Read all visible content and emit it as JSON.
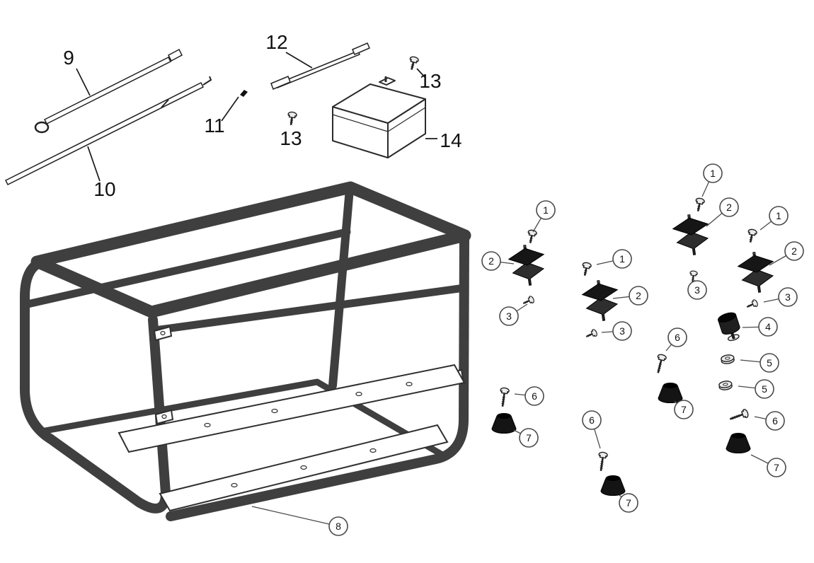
{
  "page": {
    "background": "#ffffff"
  },
  "diagram": {
    "type": "exploded-parts-diagram",
    "subject": "generator-frame-assembly",
    "colors": {
      "frame": "#3f3f3f",
      "outline": "#2b2b2b",
      "part_dark": "#161616",
      "callout_stroke": "#4a4a4a",
      "text": "#111111",
      "background": "#ffffff"
    },
    "plain_labels": [
      {
        "text": "9"
      },
      {
        "text": "10"
      },
      {
        "text": "11"
      },
      {
        "text": "12"
      },
      {
        "text": "13"
      },
      {
        "text": "13"
      },
      {
        "text": "14"
      }
    ],
    "callouts": [
      {
        "text": "1"
      },
      {
        "text": "2"
      },
      {
        "text": "3"
      },
      {
        "text": "1"
      },
      {
        "text": "2"
      },
      {
        "text": "3"
      },
      {
        "text": "1"
      },
      {
        "text": "2"
      },
      {
        "text": "3"
      },
      {
        "text": "1"
      },
      {
        "text": "2"
      },
      {
        "text": "3"
      },
      {
        "text": "4"
      },
      {
        "text": "5"
      },
      {
        "text": "5"
      },
      {
        "text": "6"
      },
      {
        "text": "7"
      },
      {
        "text": "6"
      },
      {
        "text": "7"
      },
      {
        "text": "6"
      },
      {
        "text": "7"
      },
      {
        "text": "6"
      },
      {
        "text": "7"
      },
      {
        "text": "8"
      }
    ]
  }
}
